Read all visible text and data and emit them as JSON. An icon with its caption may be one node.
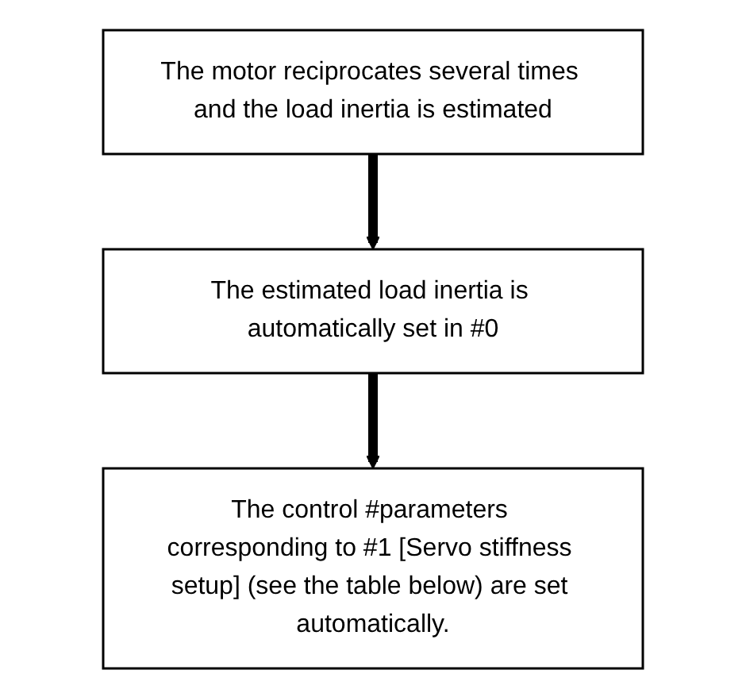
{
  "diagram": {
    "nodes": [
      {
        "text": [
          "The motor reciprocates several times and the load inertia is estimated"
        ]
      },
      {
        "text": [
          "The estimated load inertia is automatically set in #0"
        ]
      },
      {
        "text": [
          "The control #parameters corresponding to #1 [Servo stiffness setup] (see the table below) are set automatically."
        ]
      }
    ],
    "edges": [
      {
        "from": 0,
        "to": 1,
        "arrow": "to"
      },
      {
        "from": 1,
        "to": 2,
        "arrow": "to"
      }
    ]
  }
}
